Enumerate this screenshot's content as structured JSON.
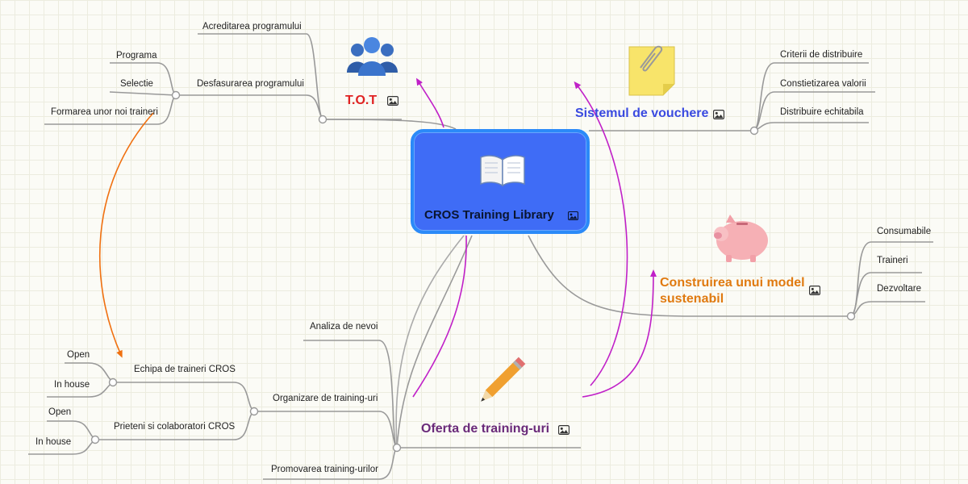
{
  "central": {
    "title": "CROS Training Library",
    "icon": "open-book-icon"
  },
  "topics": {
    "tot": {
      "title": "T.O.T",
      "color": "#e02222",
      "icon": "users-group-icon"
    },
    "vouchere": {
      "title": "Sistemul de vouchere",
      "color": "#3a4ae0",
      "icon": "sticky-note-paperclip-icon"
    },
    "sustenabil": {
      "title_line1": "Construirea unui model",
      "title_line2": "sustenabil",
      "color": "#e07a10",
      "icon": "piggy-bank-icon"
    },
    "oferta": {
      "title": "Oferta de training-uri",
      "color": "#6a2a7a",
      "icon": "pencil-icon"
    }
  },
  "tot_children": {
    "acreditare": "Acreditarea programului",
    "desfasurare": "Desfasurarea programului",
    "programa": "Programa",
    "selectie": "Selectie",
    "formare": "Formarea unor noi traineri"
  },
  "vouchere_children": [
    "Criterii de distribuire",
    "Constietizarea valorii",
    "Distribuire echitabila"
  ],
  "sustenabil_children": [
    "Consumabile",
    "Traineri",
    "Dezvoltare"
  ],
  "oferta_children": {
    "analiza": "Analiza de nevoi",
    "organizare": "Organizare de training-uri",
    "echipa": "Echipa de traineri CROS",
    "prieteni": "Prieteni si colaboratori CROS",
    "promovare": "Promovarea training-urilor",
    "open": "Open",
    "inhouse": "In house"
  }
}
